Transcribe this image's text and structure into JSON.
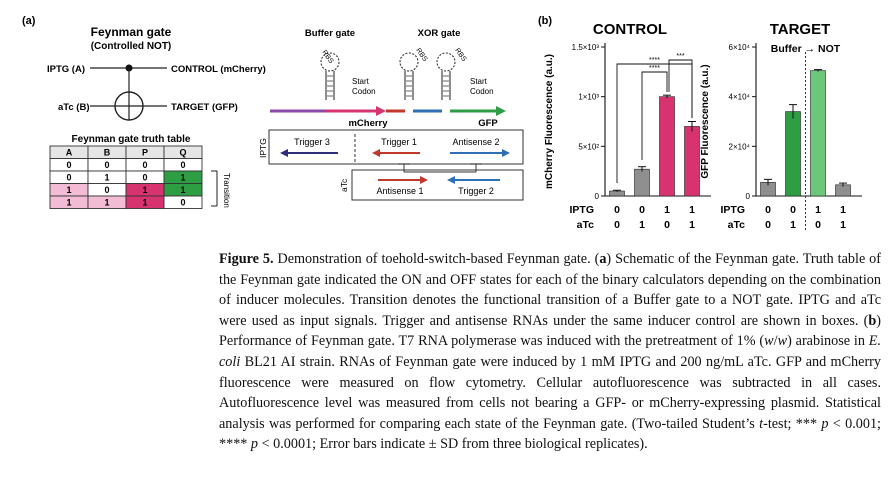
{
  "panel_a": {
    "label": "(a)",
    "feynman": {
      "title": "Feynman gate",
      "subtitle": "(Controlled NOT)",
      "input_a": "IPTG (A)",
      "input_b": "aTc (B)",
      "output_control": "CONTROL (mCherry)",
      "output_target": "TARGET (GFP)"
    },
    "truth_table": {
      "title": "Feynman gate truth table",
      "headers": [
        "A",
        "B",
        "P",
        "Q"
      ],
      "rows": [
        [
          "0",
          "0",
          "0",
          "0"
        ],
        [
          "0",
          "1",
          "0",
          "1"
        ],
        [
          "1",
          "0",
          "1",
          "1"
        ],
        [
          "1",
          "1",
          "1",
          "0"
        ]
      ],
      "transition_label": "Transition"
    },
    "circuit": {
      "buffer_gate": "Buffer gate",
      "xor_gate": "XOR gate",
      "rbs": "RBS",
      "start_codon": [
        "Start",
        "Codon"
      ],
      "mcherry": "mCherry",
      "gfp": "GFP",
      "iptg": "IPTG",
      "atc": "aTc",
      "trigger3": "Trigger 3",
      "trigger1": "Trigger 1",
      "antisense2": "Antisense 2",
      "antisense1": "Antisense 1",
      "trigger2": "Trigger 2"
    },
    "colors": {
      "pink_light": "#f2bcd4",
      "magenta": "#d6336f",
      "green": "#2e9e45"
    }
  },
  "panel_b": {
    "label": "(b)",
    "row_labels": [
      "IPTG",
      "aTc"
    ],
    "conditions": {
      "iptg": [
        "0",
        "0",
        "1",
        "1"
      ],
      "atc": [
        "0",
        "1",
        "0",
        "1"
      ]
    },
    "sig_marks": [
      "****",
      "***"
    ]
  },
  "chart_data": [
    {
      "type": "bar",
      "title": "CONTROL",
      "ylabel": "mCherry Fluorescence (a.u.)",
      "ylim": [
        0,
        1500
      ],
      "yticks": [
        0,
        500,
        1000,
        1500
      ],
      "ytick_labels": [
        "0",
        "5×10²",
        "1×10³",
        "1.5×10³"
      ],
      "categories": [
        "0/0",
        "0/1",
        "1/0",
        "1/1"
      ],
      "values": [
        50,
        270,
        1000,
        700
      ],
      "errors": [
        8,
        25,
        15,
        50
      ],
      "colors": [
        "#8f8f8f",
        "#8f8f8f",
        "#d6336f",
        "#d6336f"
      ]
    },
    {
      "type": "bar",
      "title": "TARGET",
      "annotation": "Buffer → NOT",
      "ylabel": "GFP Fluorescence (a.u.)",
      "ylim": [
        0,
        60000
      ],
      "yticks": [
        0,
        20000,
        40000,
        60000
      ],
      "ytick_labels": [
        "0",
        "2×10⁴",
        "4×10⁴",
        "6×10⁴"
      ],
      "categories": [
        "0/0",
        "0/1",
        "1/0",
        "1/1"
      ],
      "values": [
        5500,
        34000,
        50500,
        4500
      ],
      "errors": [
        1200,
        2800,
        400,
        700
      ],
      "colors": [
        "#8f8f8f",
        "#2e9e45",
        "#6cc77b",
        "#8f8f8f"
      ]
    }
  ],
  "caption": {
    "figure": "Figure 5.",
    "t1": " Demonstration of toehold-switch-based Feynman gate. (",
    "a": "a",
    "t2": ") Schematic of the Feynman gate. Truth table of the Feynman gate indicated the ON and OFF states for each of the binary calculators depending on the combination of inducer molecules. Transition denotes the functional transition of a Buffer gate to a NOT gate. IPTG and aTc were used as input signals. Trigger and antisense RNAs under the same inducer control are shown in boxes. (",
    "b": "b",
    "t3": ") Performance of Feynman gate. T7 RNA polymerase was induced with the pretreatment of 1% (",
    "wt": "w",
    "slash": "/",
    "wt2": "w",
    "t4": ") arabinose in ",
    "ecoli": "E. coli",
    "t5": " BL21 AI strain. RNAs of Feynman gate were induced by 1 mM IPTG and 200 ng/mL aTc. GFP and mCherry fluorescence were measured on flow cytometry. Cellular autofluorescence was subtracted in all cases. Autofluorescence level was measured from cells not bearing a GFP- or mCherry-expressing plasmid. Statistical analysis was performed for comparing each state of the Feynman gate. (Two-tailed Student’s ",
    "ttest": "t",
    "t6": "-test; *** ",
    "p1": "p",
    "t7": " < 0.001; **** ",
    "p2": "p",
    "t8": " < 0.0001; Error bars indicate ± SD from three biological replicates)."
  }
}
